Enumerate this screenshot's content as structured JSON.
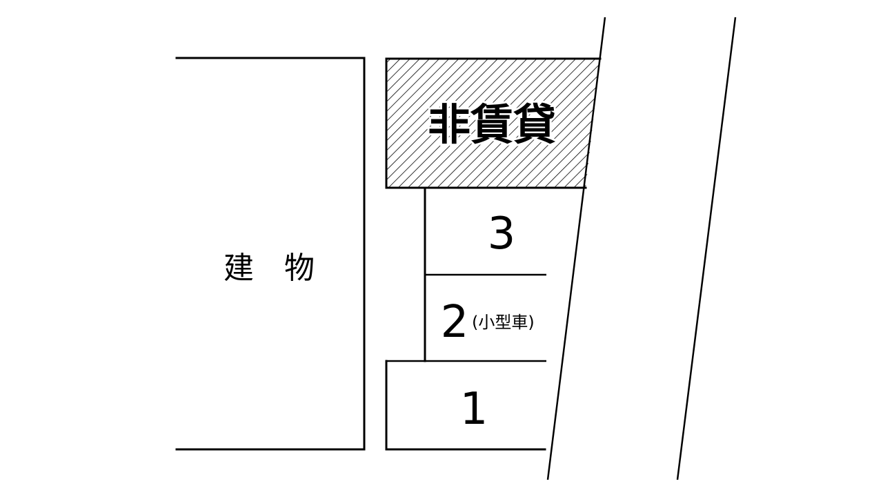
{
  "building": {
    "label": "建　物"
  },
  "reserved": {
    "label": "非賃貸"
  },
  "spaces": [
    {
      "number": "1",
      "note": ""
    },
    {
      "number": "2",
      "note": "(小型車)"
    },
    {
      "number": "3",
      "note": ""
    }
  ],
  "colors": {
    "line": "#000000",
    "background": "#ffffff",
    "hatch": "#000000"
  }
}
